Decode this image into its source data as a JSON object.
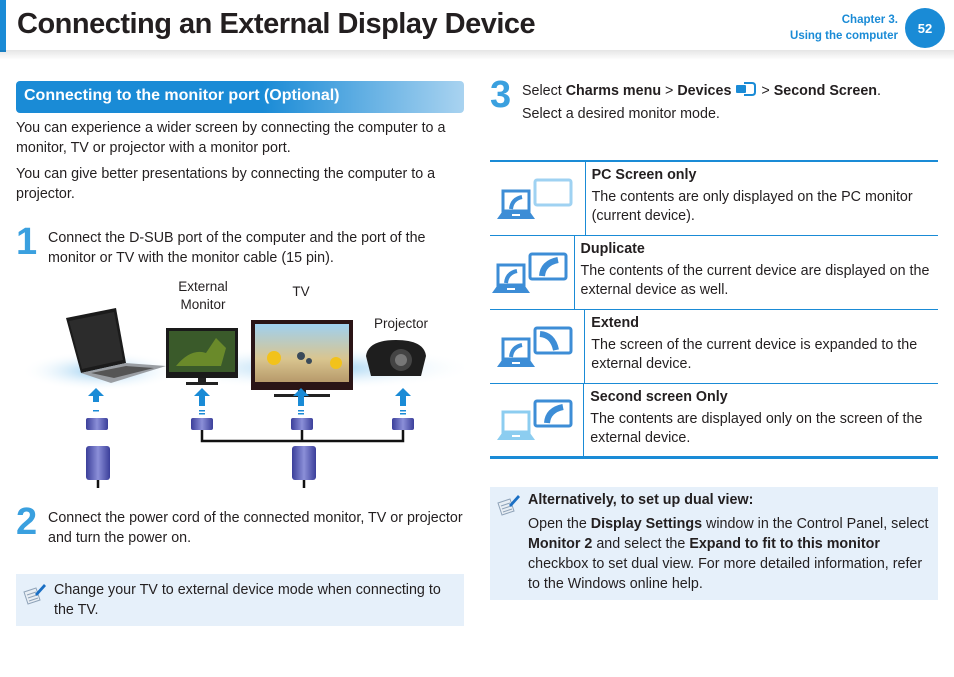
{
  "header": {
    "title": "Connecting an External Display Device",
    "chapter_line1": "Chapter 3.",
    "chapter_line2": "Using the computer",
    "page_number": "52",
    "accent_color": "#1a8bd6"
  },
  "left": {
    "section_heading": "Connecting to the monitor port (Optional)",
    "intro": [
      "You can experience a wider screen by connecting the computer to a monitor, TV or projector with a monitor port.",
      "You can give better presentations by connecting the computer to a projector."
    ],
    "step1": {
      "number": "1",
      "text": "Connect the D-SUB port of the computer and the port of the monitor or TV with the monitor cable (15 pin)."
    },
    "diagram": {
      "labels": {
        "monitor_line1": "External",
        "monitor_line2": "Monitor",
        "tv": "TV",
        "projector": "Projector"
      }
    },
    "step2": {
      "number": "2",
      "text": "Connect the power cord of the connected monitor, TV or projector and turn the power on."
    },
    "note": "Change your TV to external device mode when connecting to the TV."
  },
  "right": {
    "step3": {
      "number": "3",
      "select": "Select ",
      "charms": "Charms menu",
      "sep1": " > ",
      "devices": "Devices",
      "sep2": " > ",
      "second_screen": "Second Screen",
      "end": ".",
      "line2": "Select a desired monitor mode."
    },
    "modes": [
      {
        "title": "PC Screen only",
        "desc": "The contents are only displayed on the PC monitor (current device).",
        "icon": "pc-screen-only-icon"
      },
      {
        "title": "Duplicate",
        "desc": "The contents of the current device are displayed on the external device as well.",
        "icon": "duplicate-icon"
      },
      {
        "title": "Extend",
        "desc": "The screen of the current device is expanded to the external device.",
        "icon": "extend-icon"
      },
      {
        "title": "Second screen Only",
        "desc": "The contents are displayed only on the screen of the external device.",
        "icon": "second-screen-only-icon"
      }
    ],
    "note": {
      "title": "Alternatively, to set up dual view:",
      "p1": "Open the ",
      "b1": "Display Settings",
      "p2": " window in the Control Panel, select ",
      "b2": "Monitor 2",
      "p3": " and select the ",
      "b3": "Expand to fit to this monitor",
      "p4": " checkbox to set dual view. For more detailed information, refer to the Windows online help."
    }
  }
}
